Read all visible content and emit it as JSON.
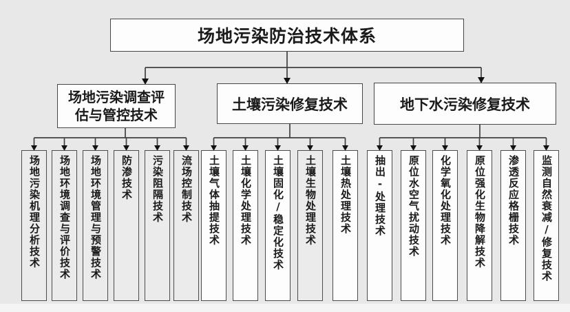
{
  "diagram": {
    "root": {
      "label": "场地污染防治技术体系"
    },
    "branches": [
      {
        "label": "场地污染调查评估与管控技术",
        "label_lines": [
          "场地污染调查评",
          "估与管控技术"
        ],
        "leaves": [
          {
            "label": "场地污染机理分析技术",
            "fill": "gray"
          },
          {
            "label": "场地环境调查与评价技术",
            "fill": "gray"
          },
          {
            "label": "场地环境管理与预警技术",
            "fill": "gray"
          },
          {
            "label": "防渗技术",
            "fill": "gray"
          },
          {
            "label": "污染阻隔技术",
            "fill": "gray"
          },
          {
            "label": "流场控制技术",
            "fill": "gray"
          }
        ]
      },
      {
        "label": "土壤污染修复技术",
        "leaves": [
          {
            "label": "土壤气体抽提技术",
            "fill": "white"
          },
          {
            "label": "土壤化学处理技术",
            "fill": "white"
          },
          {
            "label": "土壤固化/稳定化技术",
            "fill": "white"
          },
          {
            "label": "土壤生物处理技术",
            "fill": "gray"
          },
          {
            "label": "土壤热处理技术",
            "fill": "white"
          }
        ]
      },
      {
        "label": "地下水污染修复技术",
        "leaves": [
          {
            "label": "抽出-处理技术",
            "fill": "white"
          },
          {
            "label": "原位水空气扰动技术",
            "fill": "white"
          },
          {
            "label": "化学氧化处理技术",
            "fill": "white"
          },
          {
            "label": "原位强化生物降解技术",
            "fill": "white"
          },
          {
            "label": "渗透反应格栅技术",
            "fill": "white"
          },
          {
            "label": "监测自然衰减/修复技术",
            "fill": "white"
          }
        ]
      }
    ]
  },
  "colors": {
    "background": "#e8e8e8",
    "box_fill": "#fdfdfd",
    "box_fill_gray": "#ebebeb",
    "box_border": "#454545",
    "line": "#3f3f3f",
    "text": "#1a1a1a"
  }
}
